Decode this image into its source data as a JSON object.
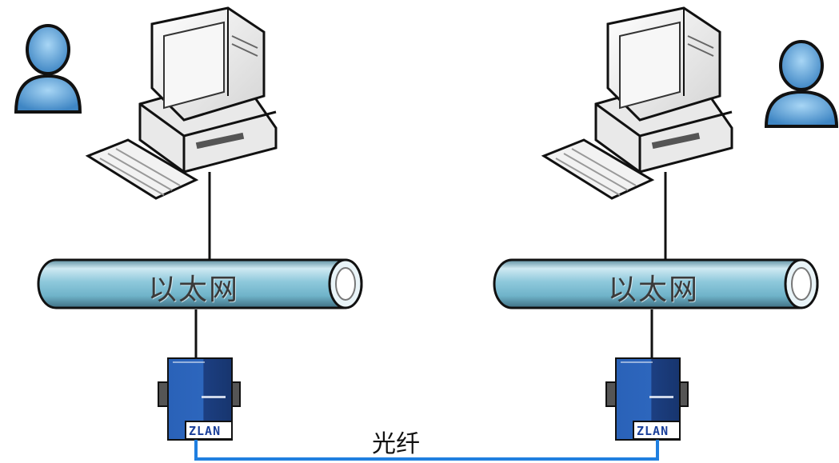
{
  "nodes": [
    {
      "id": "left",
      "network_label": "以太网",
      "device_brand": "ZLAN"
    },
    {
      "id": "right",
      "network_label": "以太网",
      "device_brand": "ZLAN"
    }
  ],
  "link": {
    "label": "光纤"
  },
  "colors": {
    "pipe_mid": "#6fb3c9",
    "pipe_light": "#cfe9f2",
    "person": "#6cb0e0",
    "fiber": "#1f7fe0",
    "device_blue": "#1e4f9a"
  },
  "icons": [
    "user-icon",
    "computer-icon",
    "keyboard-icon",
    "serial-server-icon"
  ]
}
